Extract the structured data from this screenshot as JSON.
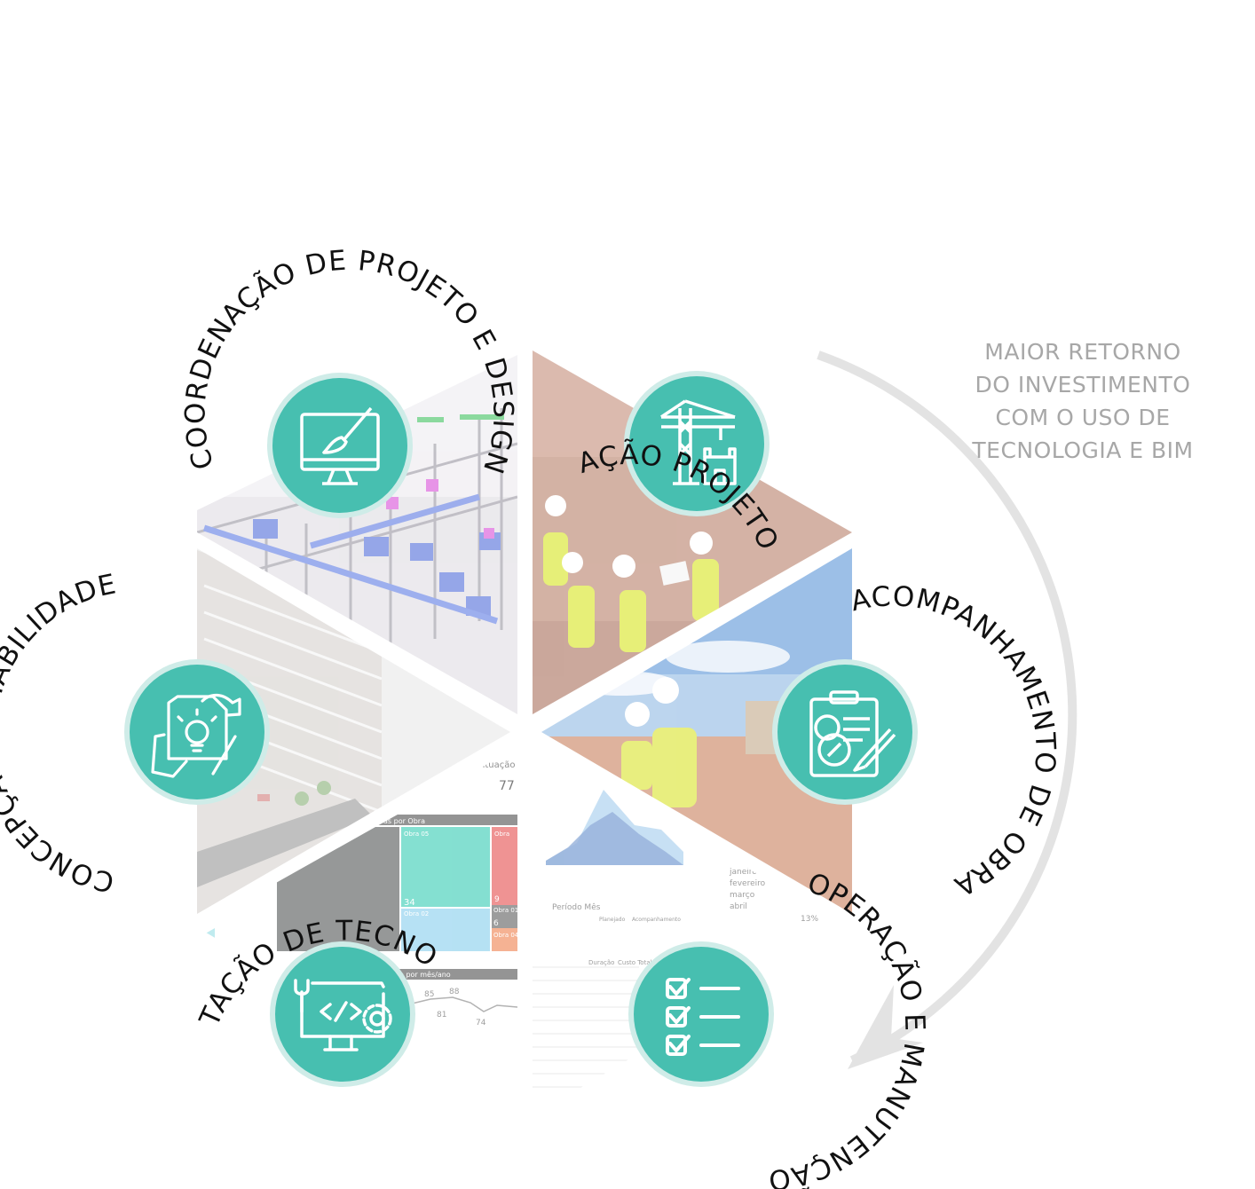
{
  "side_note": {
    "lines": [
      "MAIOR RETORNO",
      "DO INVESTIMENTO",
      "COM O USO DE",
      "TECNOLOGIA E BIM"
    ],
    "color": "#a7a7a7"
  },
  "colors": {
    "badge": "#47bfb0",
    "badge_ring": "#cfece8",
    "arrow": "#e3e3e3"
  },
  "stages": [
    {
      "id": "coordenacao",
      "label": "COORDENAÇÃO DE PROJETO E DESIGN",
      "icon": "monitor-paintbrush-icon"
    },
    {
      "id": "integracao",
      "label": "INTEGRAÇÃO PROJETO - OBRA",
      "icon": "tower-crane-icon"
    },
    {
      "id": "acompanhamento",
      "label": "ACOMPANHAMENTO DE OBRA",
      "icon": "clipboard-budget-icon"
    },
    {
      "id": "operacao",
      "label": "OPERAÇÃO E MANUTENÇÃO",
      "icon": "checklist-icon"
    },
    {
      "id": "implantacao",
      "label": "IMPLANTAÇÃO DE TECNOLOGIA",
      "icon": "code-monitor-icon"
    },
    {
      "id": "concepcao",
      "label": "CONCEPÇÃO E VIABILIDADE",
      "icon": "idea-handshake-icon"
    }
  ],
  "dashboard": {
    "kpi_title": "ntuação",
    "kpi_value": "77",
    "treemap_title": "as por Obra",
    "cells": [
      {
        "label": "Obra 05",
        "value": "34"
      },
      {
        "label": "Obra 02",
        "value": ""
      },
      {
        "label": "Obra",
        "value": "9"
      },
      {
        "label": "Obra 01",
        "value": "6"
      },
      {
        "label": "Obra 04",
        "value": ""
      }
    ],
    "line_title": "o por mês/ano",
    "line_labels": [
      "85",
      "88",
      "81",
      "74"
    ],
    "axis_caption": "Período Mês",
    "legend": [
      "Planejado",
      "Acompanhamento"
    ],
    "months": [
      "janeiro",
      "fevereiro",
      "março",
      "abril"
    ],
    "percent": "13%",
    "table_headers": [
      "Duração",
      "Custo Total"
    ]
  }
}
